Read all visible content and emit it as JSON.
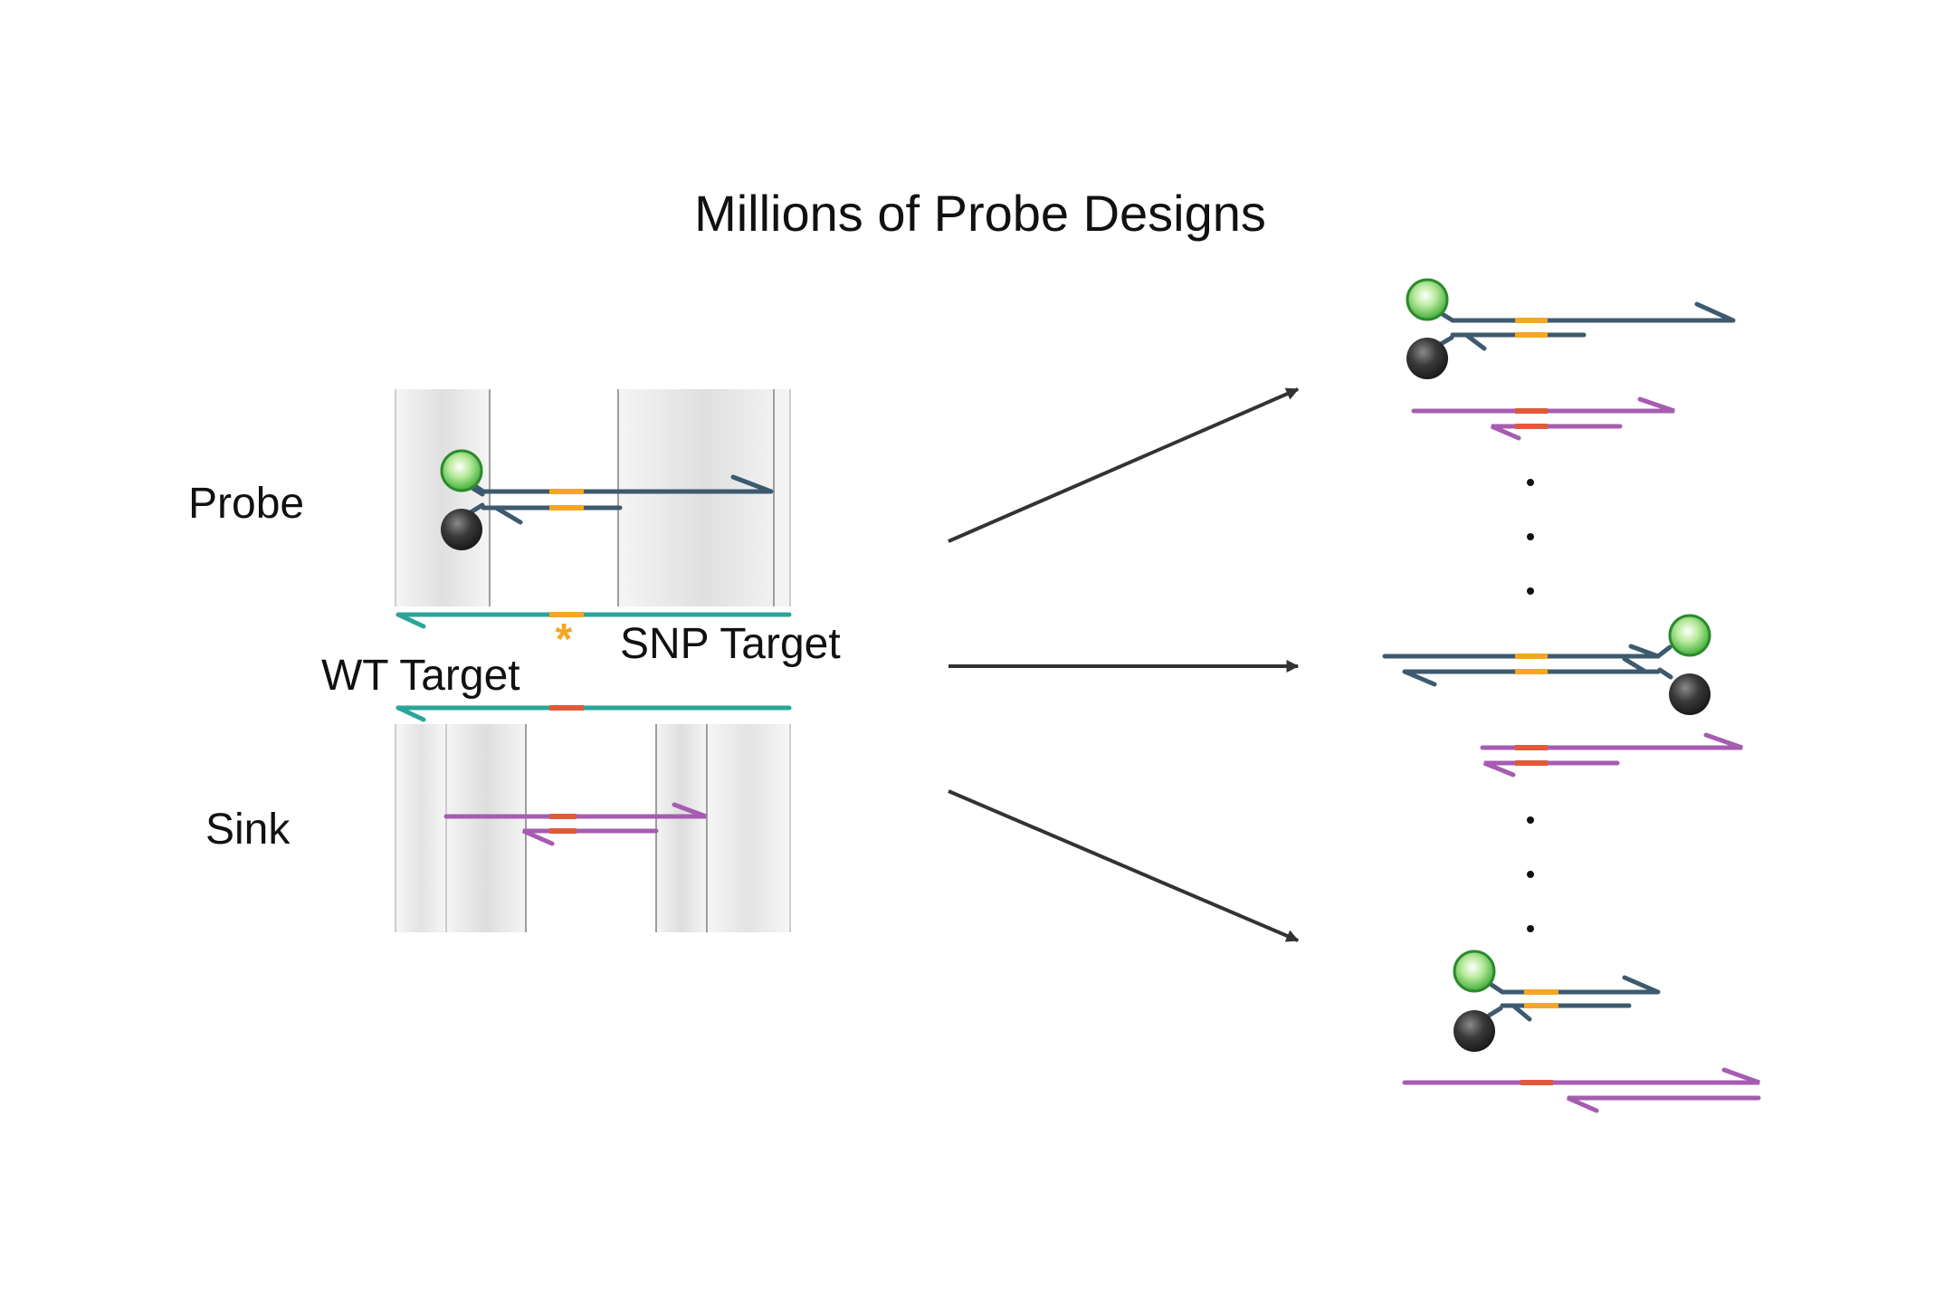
{
  "title": "Millions of Probe Designs",
  "labels": {
    "probe": "Probe",
    "wt_target": "WT Target",
    "snp_target": "SNP Target",
    "sink": "Sink",
    "snp_marker": "*"
  },
  "colors": {
    "probe_strand": "#3d5a6e",
    "target_strand": "#2aa59a",
    "sink_strand": "#a65cb0",
    "snp_highlight": "#f5a623",
    "mismatch_highlight": "#e05a3a",
    "fluorophore": "#7cd36b",
    "quencher": "#333333",
    "arrow": "#333333",
    "band_shade": "#e6e6e6"
  },
  "icons": {
    "fluorophore": "green-fluorophore-circle",
    "quencher": "black-quencher-circle",
    "arrow": "right-arrow"
  },
  "designs_count_shown": 3
}
